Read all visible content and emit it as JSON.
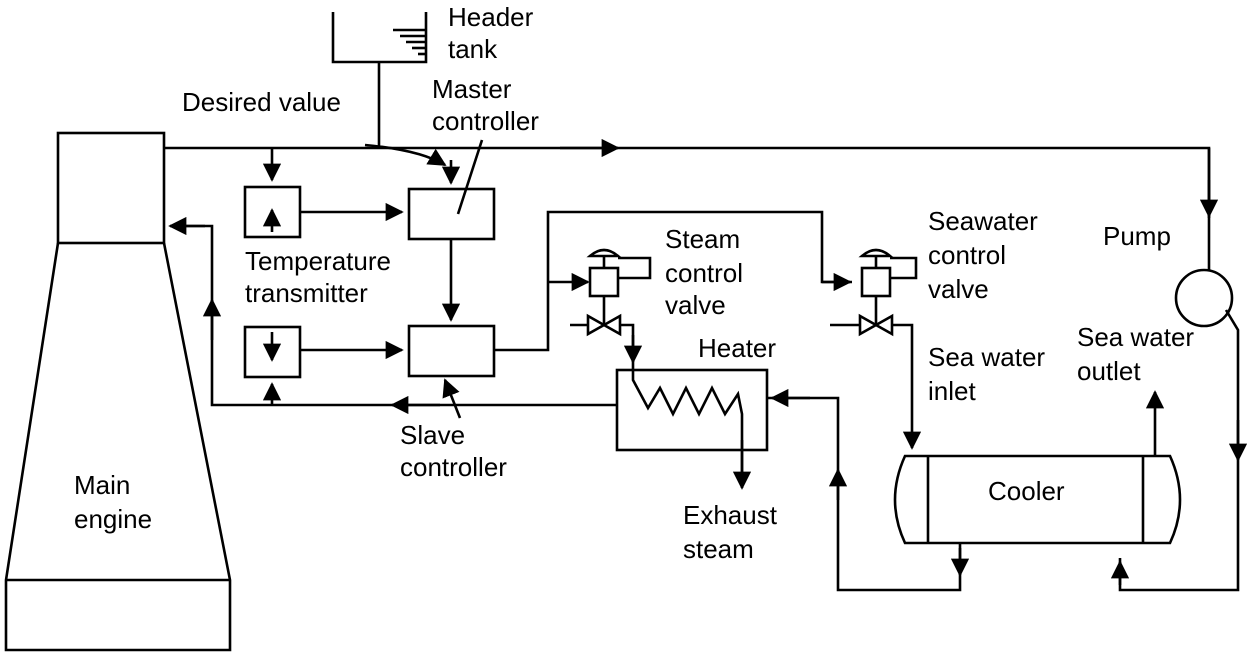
{
  "labels": {
    "header_tank": [
      "Header",
      "tank"
    ],
    "desired_value": "Desired value",
    "master_controller": [
      "Master",
      "controller"
    ],
    "temperature_transmitter": [
      "Temperature",
      "transmitter"
    ],
    "slave_controller": [
      "Slave",
      "controller"
    ],
    "steam_control_valve": [
      "Steam",
      "control",
      "valve"
    ],
    "seawater_control_valve": [
      "Seawater",
      "control",
      "valve"
    ],
    "pump": "Pump",
    "heater": "Heater",
    "sea_water_inlet": [
      "Sea water",
      "inlet"
    ],
    "sea_water_outlet": [
      "Sea water",
      "outlet"
    ],
    "cooler": "Cooler",
    "exhaust_steam": [
      "Exhaust",
      "steam"
    ],
    "main_engine": [
      "Main",
      "engine"
    ]
  }
}
